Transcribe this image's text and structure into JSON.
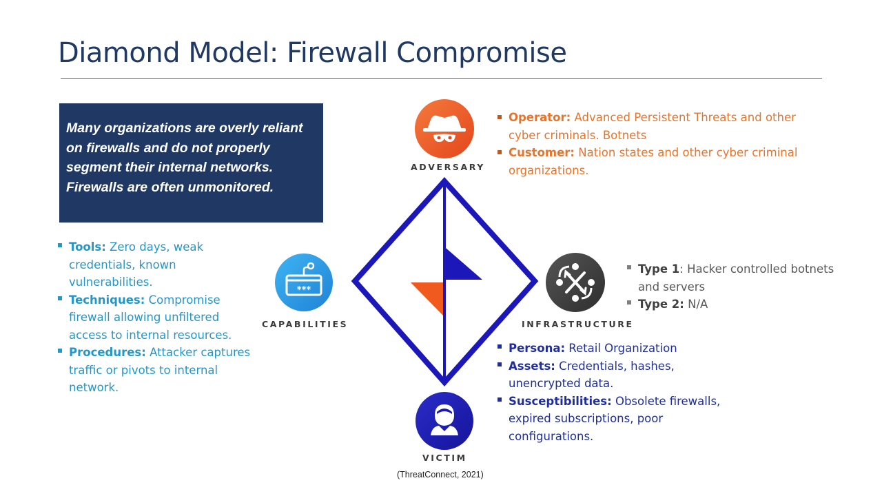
{
  "title": "Diamond Model: Firewall Compromise",
  "callout": "Many organizations are overly reliant on firewalls and do not properly segment their internal networks. Firewalls are often unmonitored.",
  "capabilities": {
    "label": "CAPABILITIES",
    "items": [
      {
        "term": "Tools:",
        "text": " Zero days, weak credentials, known vulnerabilities."
      },
      {
        "term": "Techniques:",
        "text": " Compromise firewall allowing unfiltered access to internal resources."
      },
      {
        "term": "Procedures:",
        "text": " Attacker captures traffic or pivots to internal network."
      }
    ]
  },
  "adversary": {
    "label": "ADVERSARY",
    "items": [
      {
        "term": "Operator:",
        "text": " Advanced Persistent Threats and other cyber criminals. Botnets"
      },
      {
        "term": "Customer:",
        "text": " Nation states and other cyber criminal organizations."
      }
    ]
  },
  "infrastructure": {
    "label": "INFRASTRUCTURE",
    "items": [
      {
        "term": "Type 1",
        "text": ": Hacker controlled botnets and servers"
      },
      {
        "term": "Type 2:",
        "text": " N/A"
      }
    ]
  },
  "victim": {
    "label": "VICTIM",
    "items": [
      {
        "term": "Persona:",
        "text": " Retail Organization"
      },
      {
        "term": "Assets:",
        "text": " Credentials, hashes, unencrypted data."
      },
      {
        "term": "Susceptibilities:",
        "text": " Obsolete firewalls, expired subscriptions, poor configurations."
      }
    ]
  },
  "citation": "(ThreatConnect, 2021)",
  "colors": {
    "navy": "#1f3864",
    "adversary": "#e8742c",
    "capabilities": "#2496c7",
    "infrastructure": "#595959",
    "victim": "#1f2e9c",
    "diamond": "#1a18b8",
    "accent": "#f05a1e"
  },
  "icons": {
    "adversary": "hacker-hat-icon",
    "capabilities": "password-browser-icon",
    "infrastructure": "network-arrows-icon",
    "victim": "user-person-icon"
  }
}
